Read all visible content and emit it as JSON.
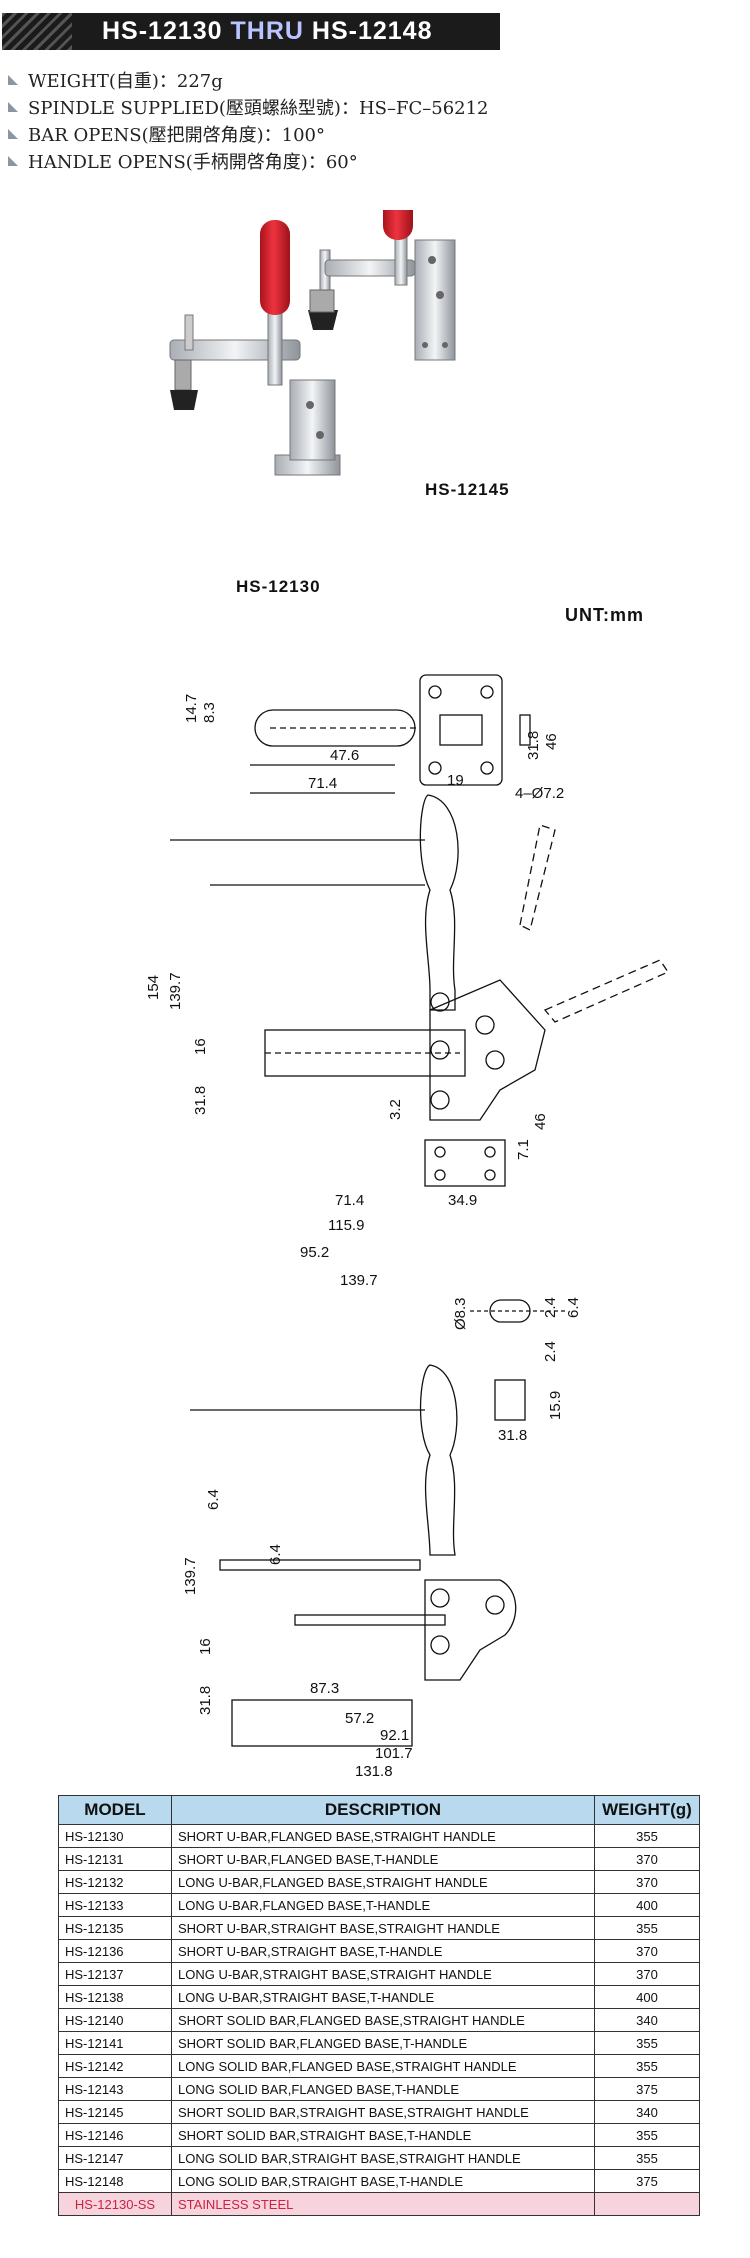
{
  "title": {
    "part1": "HS-12130 ",
    "thru": "THRU",
    "part2": " HS-12148"
  },
  "specs": [
    "WEIGHT(自重)：227g",
    "SPINDLE SUPPLIED(壓頭螺絲型號)：HS–FC–56212",
    "BAR OPENS(壓把開啓角度)：100°",
    "HANDLE OPENS(手柄開啓角度)：60°"
  ],
  "photo_labels": {
    "left": "HS-12130",
    "right": "HS-12145"
  },
  "unit_label": "UNT:mm",
  "dimensions": {
    "top_view": [
      "14.7",
      "8.3",
      "47.6",
      "71.4",
      "19",
      "31.8",
      "46",
      "4–Ø7.2"
    ],
    "side_view": [
      "154",
      "139.7",
      "16",
      "31.8",
      "3.2",
      "46",
      "7.1",
      "71.4",
      "34.9",
      "115.9",
      "95.2",
      "139.7"
    ],
    "detail": [
      "Ø8.3",
      "2.4",
      "6.4",
      "2.4",
      "15.9",
      "31.8"
    ],
    "lower_view": [
      "6.4",
      "6.4",
      "139.7",
      "16",
      "31.8",
      "87.3",
      "57.2",
      "92.1",
      "101.7",
      "131.8"
    ]
  },
  "table": {
    "headers": [
      "MODEL",
      "DESCRIPTION",
      "WEIGHT(g)"
    ],
    "rows": [
      [
        "HS-12130",
        "SHORT U-BAR,FLANGED BASE,STRAIGHT HANDLE",
        "355"
      ],
      [
        "HS-12131",
        "SHORT U-BAR,FLANGED BASE,T-HANDLE",
        "370"
      ],
      [
        "HS-12132",
        "LONG U-BAR,FLANGED BASE,STRAIGHT HANDLE",
        "370"
      ],
      [
        "HS-12133",
        "LONG U-BAR,FLANGED BASE,T-HANDLE",
        "400"
      ],
      [
        "HS-12135",
        "SHORT U-BAR,STRAIGHT BASE,STRAIGHT HANDLE",
        "355"
      ],
      [
        "HS-12136",
        "SHORT U-BAR,STRAIGHT BASE,T-HANDLE",
        "370"
      ],
      [
        "HS-12137",
        "LONG U-BAR,STRAIGHT BASE,STRAIGHT HANDLE",
        "370"
      ],
      [
        "HS-12138",
        "LONG  U-BAR,STRAIGHT BASE,T-HANDLE",
        "400"
      ],
      [
        "HS-12140",
        "SHORT SOLID BAR,FLANGED BASE,STRAIGHT HANDLE",
        "340"
      ],
      [
        "HS-12141",
        "SHORT SOLID BAR,FLANGED BASE,T-HANDLE",
        "355"
      ],
      [
        "HS-12142",
        "LONG SOLID BAR,FLANGED BASE,STRAIGHT HANDLE",
        "355"
      ],
      [
        "HS-12143",
        "LONG SOLID BAR,FLANGED BASE,T-HANDLE",
        "375"
      ],
      [
        "HS-12145",
        "SHORT SOLID BAR,STRAIGHT BASE,STRAIGHT HANDLE",
        "340"
      ],
      [
        "HS-12146",
        "SHORT SOLID BAR,STRAIGHT BASE,T-HANDLE",
        "355"
      ],
      [
        "HS-12147",
        "LONG SOLID BAR,STRAIGHT BASE,STRAIGHT HANDLE",
        "355"
      ],
      [
        "HS-12148",
        "LONG SOLID BAR,STRAIGHT BASE,T-HANDLE",
        "375"
      ]
    ],
    "ss_row": [
      "HS-12130-SS",
      "STAINLESS STEEL",
      ""
    ]
  },
  "colors": {
    "banner": "#1b1b1b",
    "header_fill": "#b9d9ee",
    "ss_fill": "#f7d3de",
    "ss_text": "#cc2240",
    "handle_red": "#d9232e"
  }
}
